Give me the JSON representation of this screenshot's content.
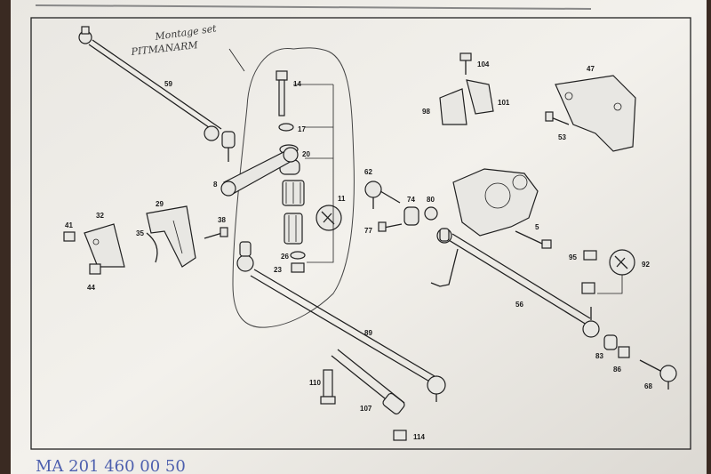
{
  "handwriting": {
    "note_line1": "Montage set",
    "note_line2": "PITMANARM",
    "bottom_ink": "MA 201 460 00 50"
  },
  "labels": {
    "l59": "59",
    "l14": "14",
    "l17": "17",
    "l20": "20",
    "l8": "8",
    "l11": "11",
    "l29": "29",
    "l32": "32",
    "l35": "35",
    "l41": "41",
    "l44": "44",
    "l38": "38",
    "l26": "26",
    "l23": "23",
    "l104": "104",
    "l98": "98",
    "l101": "101",
    "l47": "47",
    "l53": "53",
    "l62": "62",
    "l74": "74",
    "l80": "80",
    "l77": "77",
    "l5": "5",
    "l95": "95",
    "l92": "92",
    "l56": "56",
    "l89": "89",
    "l110": "110",
    "l107": "107",
    "l114": "114",
    "l83": "83",
    "l86": "86",
    "l68": "68"
  },
  "colors": {
    "paper": "#f2f0eb",
    "ink_line": "#202020",
    "handwriting_blue": "#4d5fae",
    "table_brown": "#3a2a22"
  }
}
